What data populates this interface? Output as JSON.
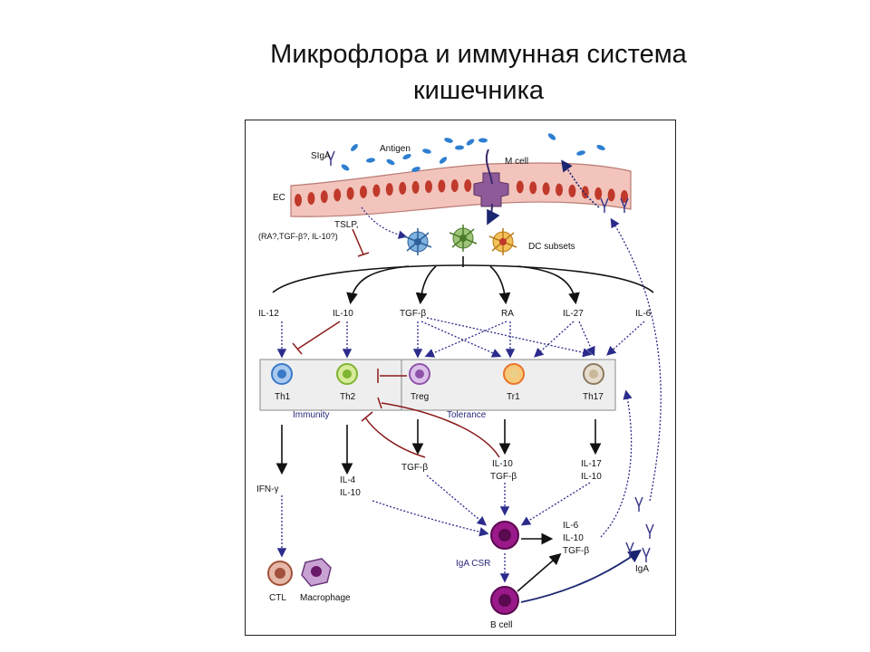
{
  "slide": {
    "title_line1": "Микрофлора и иммунная система",
    "title_line2": "кишечника"
  },
  "diagram": {
    "labels": {
      "siga": "SIgA",
      "antigen": "Antigen",
      "m_cell": "M cell",
      "ec": "EC",
      "tslp_line1": "TSLP,",
      "tslp_line2": "(RA?,TGF-β?, IL-10?)",
      "dc_subsets": "DC subsets",
      "il12": "IL-12",
      "il10": "IL-10",
      "tgfb": "TGF-β",
      "ra": "RA",
      "il27": "IL-27",
      "il6": "IL-6",
      "th1": "Th1",
      "th2": "Th2",
      "treg": "Treg",
      "tr1": "Tr1",
      "th17": "Th17",
      "immunity": "Immunity",
      "tolerance": "Tolerance",
      "ifn": "IFN-γ",
      "il4": "IL-4",
      "il10_b": "IL-10",
      "tgfb_treg": "TGF-β",
      "il10_tr1": "IL-10",
      "tgfb_tr1": "TGF-β",
      "il17": "IL-17",
      "il10_th17": "IL-10",
      "il6_b": "IL-6",
      "il10_bc": "IL-10",
      "tgfb_bc": "TGF-β",
      "iga_csr": "IgA CSR",
      "iga": "IgA",
      "b_cell": "B cell",
      "ctl": "CTL",
      "macrophage": "Macrophage"
    },
    "colors": {
      "epithelium": "#f2c4bc",
      "epithelium_outline": "#b97a72",
      "nucleus": "#c0392b",
      "m_cell": "#8e5a9a",
      "antigen": "#2f7fd1",
      "arrow_black": "#111111",
      "arrow_dotted": "#2b2b8c",
      "inhibit": "#8b1a1a",
      "b_cell": "#7a1270",
      "th1": "#3a78c8",
      "th2": "#7fb432",
      "treg": "#8e52a8",
      "tr1": "#e8732a",
      "th17": "#8c7a62",
      "ctl": "#a0523a",
      "macrophage": "#c9a2d4"
    }
  }
}
